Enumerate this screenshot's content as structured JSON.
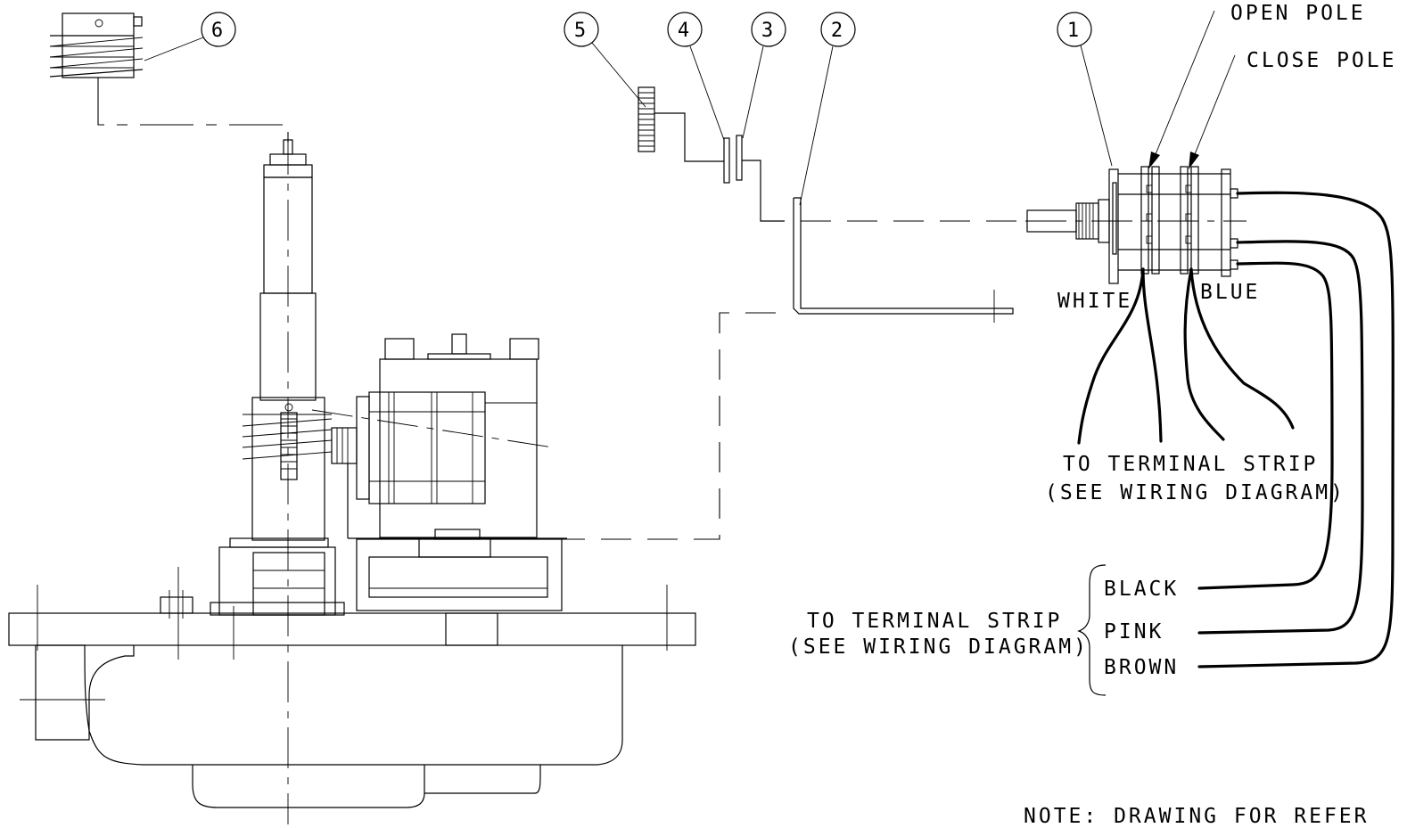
{
  "balloons": [
    {
      "number": "1"
    },
    {
      "number": "2"
    },
    {
      "number": "3"
    },
    {
      "number": "4"
    },
    {
      "number": "5"
    },
    {
      "number": "6"
    }
  ],
  "labels": {
    "open_pole": "OPEN POLE",
    "close_pole": "CLOSE POLE",
    "white": "WHITE",
    "blue": "BLUE",
    "terminal_strip_upper_line1": "TO TERMINAL STRIP",
    "terminal_strip_upper_line2": "(SEE WIRING DIAGRAM)",
    "terminal_strip_lower_line1": "TO TERMINAL STRIP",
    "terminal_strip_lower_line2": "(SEE WIRING DIAGRAM)",
    "black": "BLACK",
    "pink": "PINK",
    "brown": "BROWN",
    "note": "NOTE: DRAWING FOR REFER"
  },
  "colors": {
    "line": "#000000",
    "background": "#ffffff"
  }
}
